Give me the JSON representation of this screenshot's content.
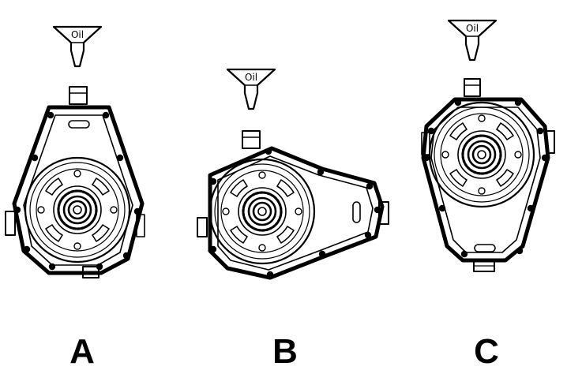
{
  "options": [
    {
      "id": "A",
      "label": "A",
      "funnel_text": "Oil",
      "orientation": "mount-up"
    },
    {
      "id": "B",
      "label": "B",
      "funnel_text": "Oil",
      "orientation": "mount-right"
    },
    {
      "id": "C",
      "label": "C",
      "funnel_text": "Oil",
      "orientation": "mount-down"
    }
  ],
  "colors": {
    "line": "#000000",
    "background": "#ffffff"
  }
}
